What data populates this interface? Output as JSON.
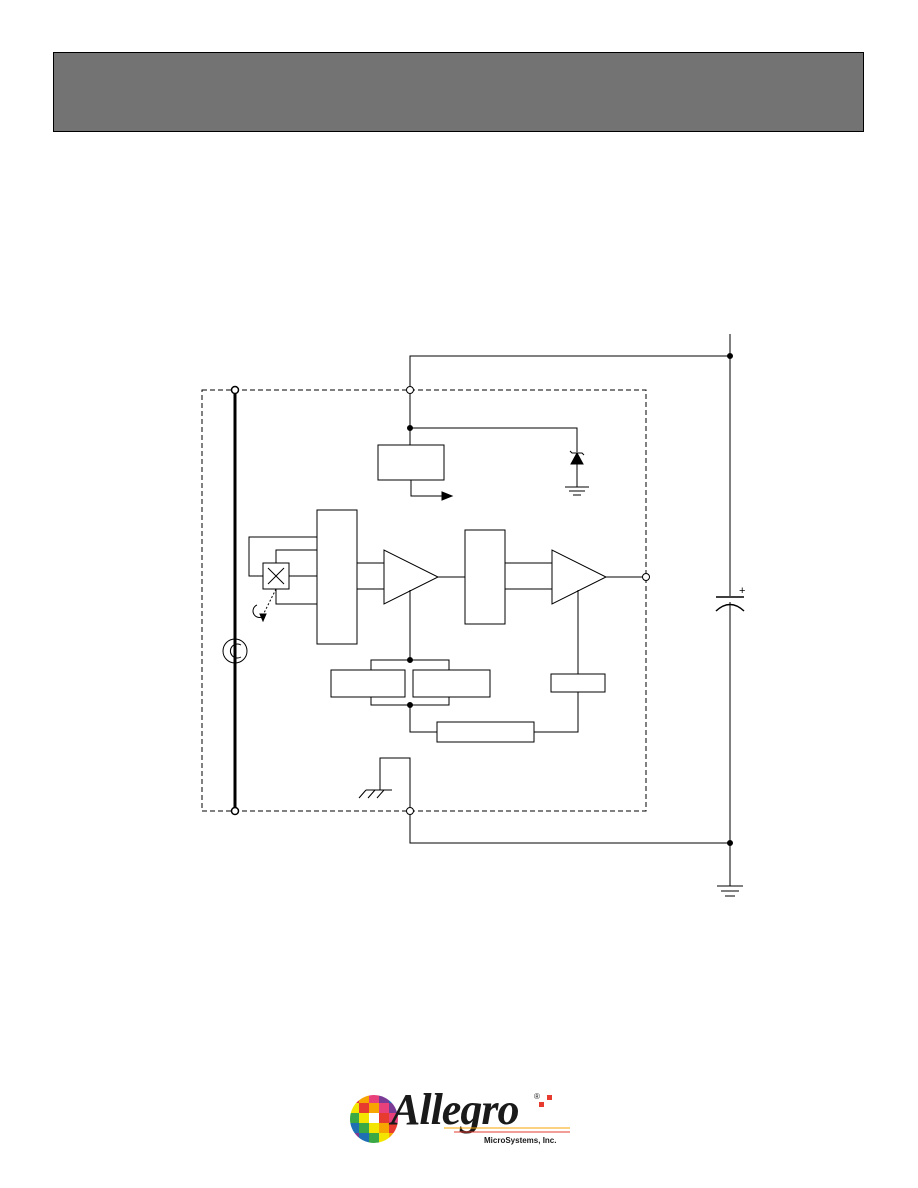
{
  "header": {
    "bar_color": "#737373"
  },
  "diagram": {
    "line_color": "#000000",
    "cap_polarity_label": "+",
    "components": [
      "ip-busbar",
      "hall-element",
      "dynamic-offset-block",
      "amplifier-1",
      "filter-block",
      "output-amplifier",
      "regulator-block",
      "gain-trim-block",
      "offset-trim-block",
      "temperature-block",
      "trim-control-block",
      "zener-clamp",
      "bypass-capacitor"
    ]
  },
  "logo": {
    "wordmark": "Allegro",
    "registered": "®",
    "subtitle": "MicroSystems, Inc.",
    "colors": [
      "#e63b2e",
      "#f7a600",
      "#f4e500",
      "#3aa845",
      "#1f6fb5",
      "#7a3b96",
      "#e8407a"
    ]
  }
}
